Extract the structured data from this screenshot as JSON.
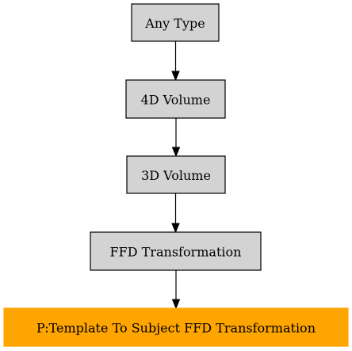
{
  "nodes": [
    {
      "id": "any-type",
      "label": "Any Type"
    },
    {
      "id": "4d-volume",
      "label": "4D Volume"
    },
    {
      "id": "3d-volume",
      "label": "3D Volume"
    },
    {
      "id": "ffd-transformation",
      "label": "FFD Transformation"
    },
    {
      "id": "template-to-subject",
      "label": "P:Template To Subject FFD Transformation",
      "highlight": true
    }
  ],
  "edges": [
    {
      "from": "any-type",
      "to": "4d-volume"
    },
    {
      "from": "4d-volume",
      "to": "3d-volume"
    },
    {
      "from": "3d-volume",
      "to": "ffd-transformation"
    },
    {
      "from": "ffd-transformation",
      "to": "template-to-subject"
    }
  ],
  "colors": {
    "node_fill": "#d3d3d3",
    "node_stroke": "#000000",
    "highlight_fill": "#ffa500",
    "edge": "#000000",
    "background": "#ffffff"
  }
}
